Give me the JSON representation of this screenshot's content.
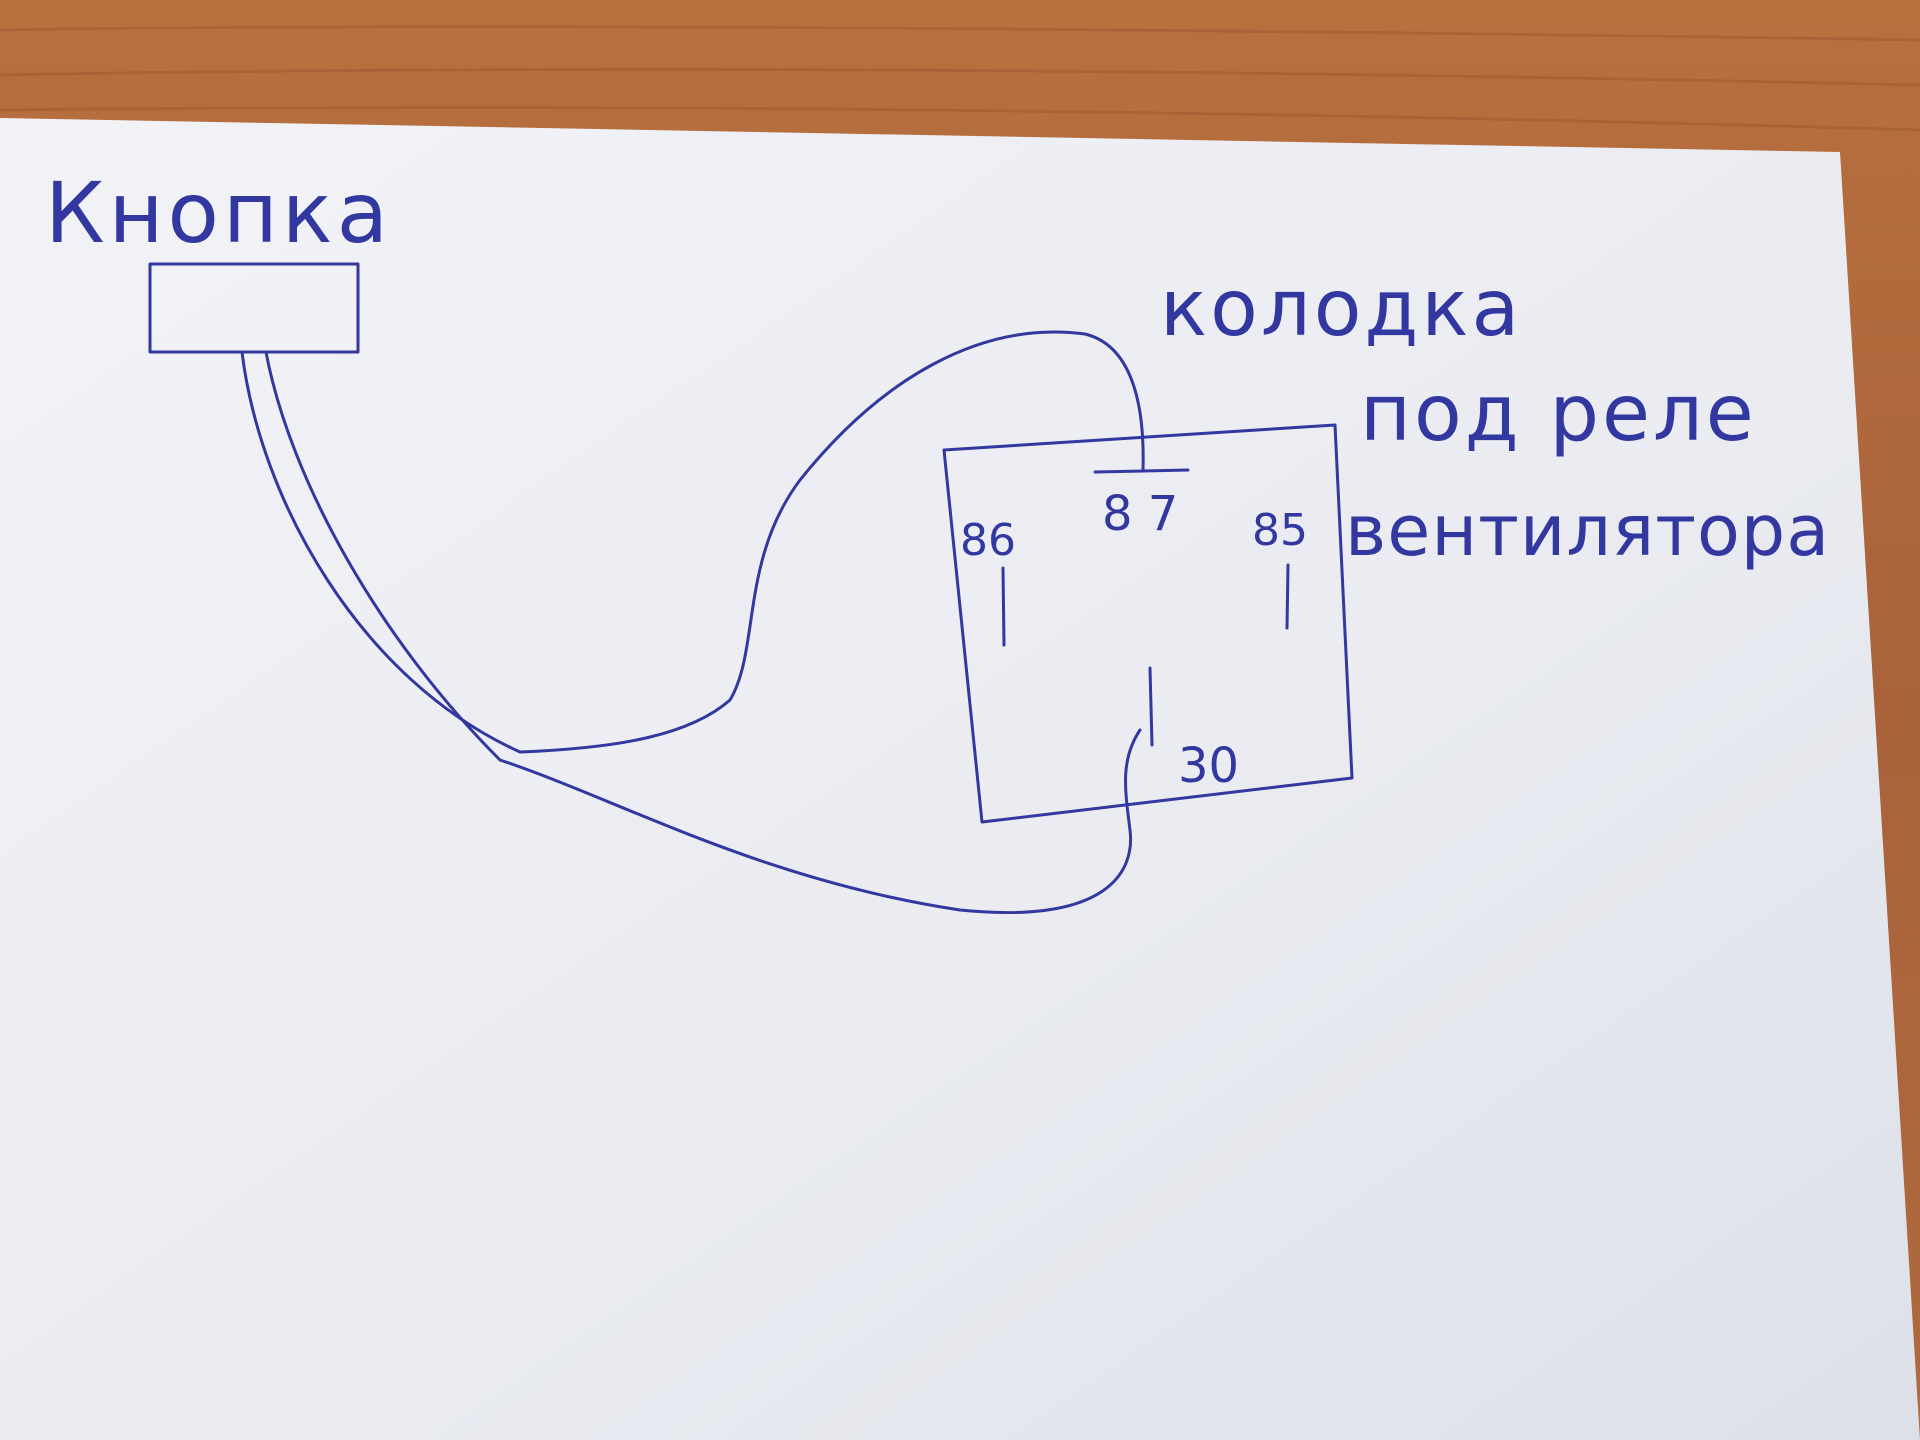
{
  "colors": {
    "table": "#b0673f",
    "paper": "#eceef3",
    "ink": "#3238a0"
  },
  "labels": {
    "button": "Кнопка",
    "block_line1": "колодка",
    "block_line2": "под реле",
    "block_line3": "вентилятора"
  },
  "terminals": {
    "t86": "86",
    "t87": "8 7",
    "t85": "85",
    "t30": "30"
  }
}
